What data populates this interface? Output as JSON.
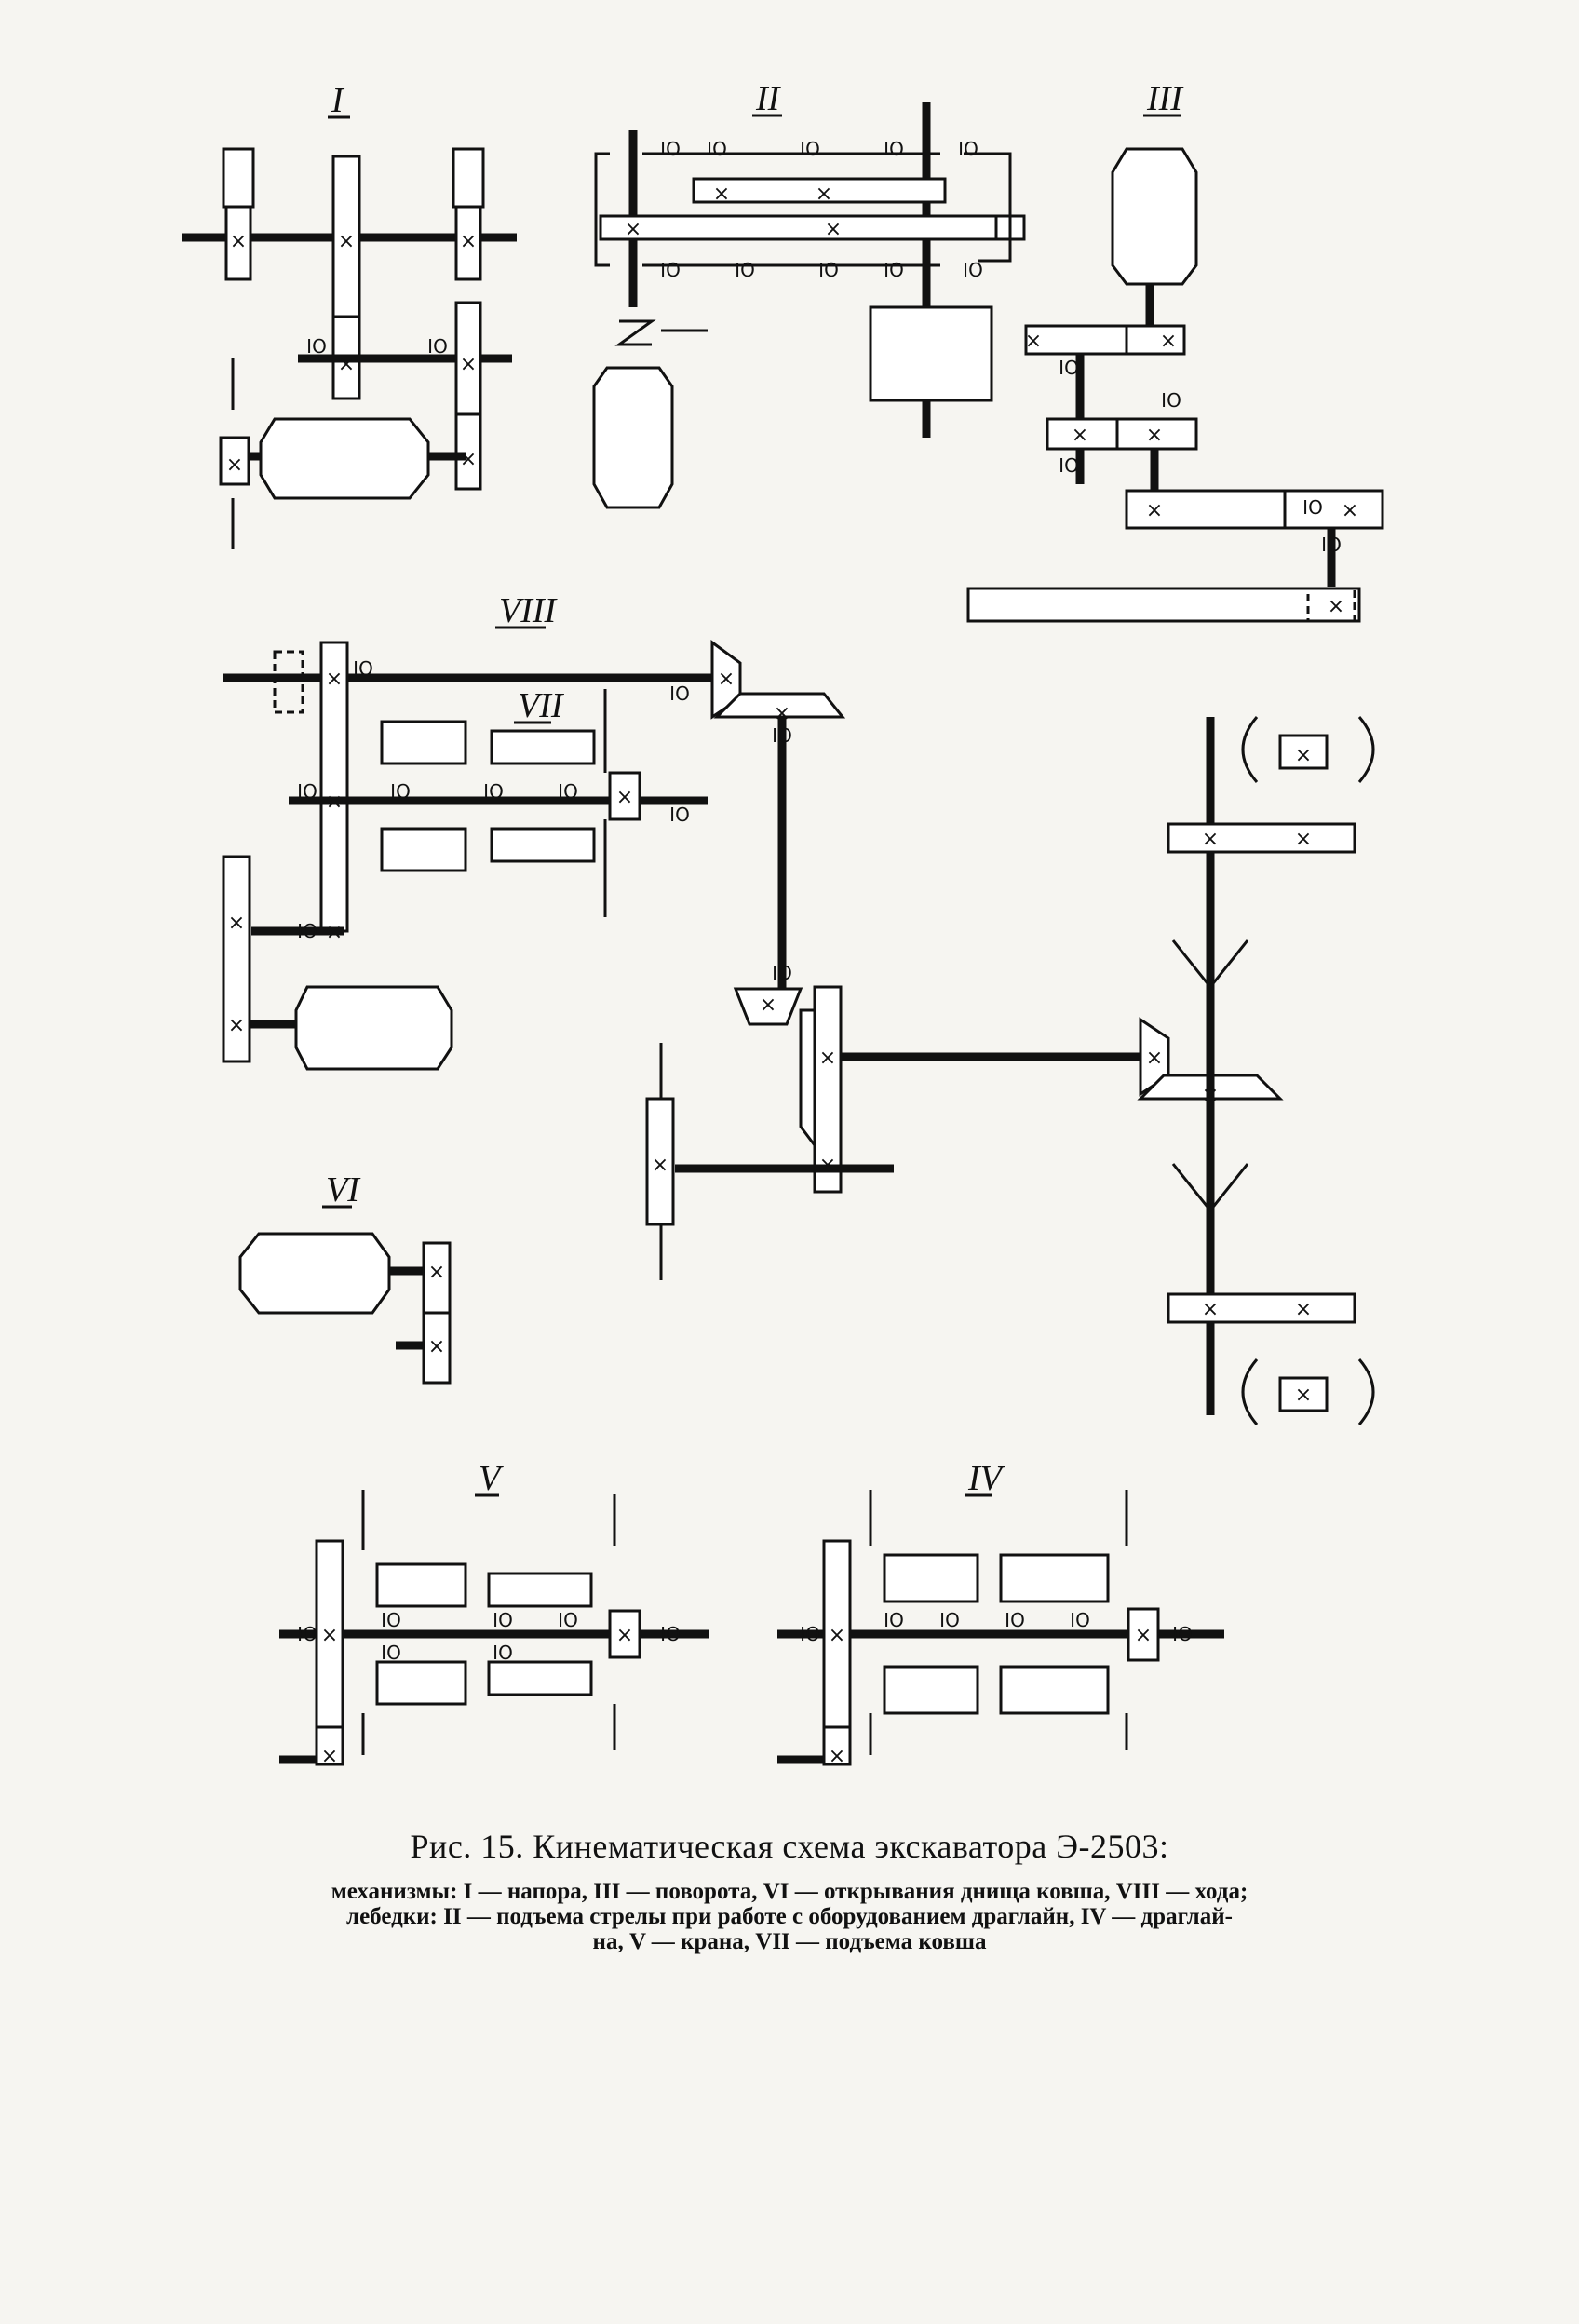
{
  "figure": {
    "labels": {
      "I": "I",
      "II": "II",
      "III": "III",
      "IV": "IV",
      "V": "V",
      "VI": "VI",
      "VII": "VII",
      "VIII": "VIII"
    },
    "gear_mark": "×",
    "bearing_mark": "ІО"
  },
  "caption": {
    "title": "Рис. 15. Кинематическая схема экскаватора Э-2503:",
    "line1": "механизмы: I — напора, III — поворота, VI — открывания днища ковша, VIII — хода;",
    "line2": "лебедки: II — подъема стрелы при работе с оборудованием драглайн, IV — драглай-",
    "line3": "на, V — крана, VII — подъема ковша"
  }
}
